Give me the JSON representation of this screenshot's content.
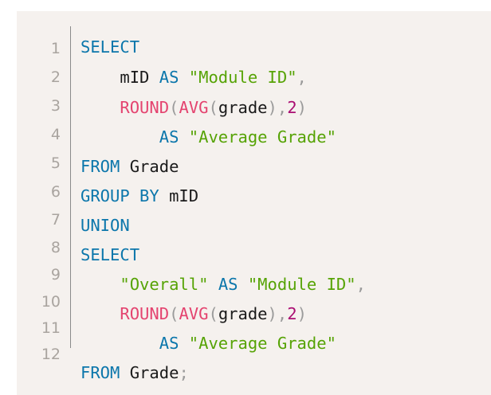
{
  "code_block": {
    "language": "sql",
    "background_color": "#f5f1ee",
    "page_background": "#ffffff",
    "gutter": {
      "divider_color": "#8a8a8a",
      "number_color": "#a9a49f",
      "line_numbers": [
        "1",
        "2",
        "3",
        "4",
        "5",
        "6",
        "7",
        "8",
        "9",
        "10",
        "11",
        "12"
      ]
    },
    "theme_colors": {
      "keyword": "#0b76ab",
      "function": "#e4436f",
      "string": "#56a305",
      "number": "#aa0d72",
      "punctuation": "#9b9b9b",
      "identifier": "#1a1a1a"
    },
    "plain_text": "SELECT\n    mID AS \"Module ID\",\n    ROUND(AVG(grade),2)\n        AS \"Average Grade\"\nFROM Grade\nGROUP BY mID\nUNION\nSELECT\n    \"Overall\" AS \"Module ID\",\n    ROUND(AVG(grade),2)\n        AS \"Average Grade\"\nFROM Grade;",
    "lines": [
      {
        "n": "1",
        "tokens": [
          {
            "t": "SELECT",
            "c": "kw"
          }
        ]
      },
      {
        "n": "2",
        "tokens": [
          {
            "t": "    mID ",
            "c": "name"
          },
          {
            "t": "AS",
            "c": "kw"
          },
          {
            "t": " ",
            "c": "name"
          },
          {
            "t": "\"Module ID\"",
            "c": "str"
          },
          {
            "t": ",",
            "c": "pun"
          }
        ]
      },
      {
        "n": "3",
        "tokens": [
          {
            "t": "    ",
            "c": "name"
          },
          {
            "t": "ROUND",
            "c": "fn"
          },
          {
            "t": "(",
            "c": "pun"
          },
          {
            "t": "AVG",
            "c": "fn"
          },
          {
            "t": "(",
            "c": "pun"
          },
          {
            "t": "grade",
            "c": "name"
          },
          {
            "t": ")",
            "c": "pun"
          },
          {
            "t": ",",
            "c": "pun"
          },
          {
            "t": "2",
            "c": "num"
          },
          {
            "t": ")",
            "c": "pun"
          }
        ]
      },
      {
        "n": "4",
        "tokens": [
          {
            "t": "        ",
            "c": "name"
          },
          {
            "t": "AS",
            "c": "kw"
          },
          {
            "t": " ",
            "c": "name"
          },
          {
            "t": "\"Average Grade\"",
            "c": "str"
          }
        ]
      },
      {
        "n": "5",
        "tokens": [
          {
            "t": "FROM",
            "c": "kw"
          },
          {
            "t": " Grade",
            "c": "name"
          }
        ]
      },
      {
        "n": "6",
        "tokens": [
          {
            "t": "GROUP BY",
            "c": "kw"
          },
          {
            "t": " mID",
            "c": "name"
          }
        ]
      },
      {
        "n": "7",
        "tokens": [
          {
            "t": "UNION",
            "c": "kw"
          }
        ]
      },
      {
        "n": "8",
        "tokens": [
          {
            "t": "SELECT",
            "c": "kw"
          }
        ]
      },
      {
        "n": "9",
        "tokens": [
          {
            "t": "    ",
            "c": "name"
          },
          {
            "t": "\"Overall\"",
            "c": "str"
          },
          {
            "t": " ",
            "c": "name"
          },
          {
            "t": "AS",
            "c": "kw"
          },
          {
            "t": " ",
            "c": "name"
          },
          {
            "t": "\"Module ID\"",
            "c": "str"
          },
          {
            "t": ",",
            "c": "pun"
          }
        ]
      },
      {
        "n": "10",
        "tokens": [
          {
            "t": "    ",
            "c": "name"
          },
          {
            "t": "ROUND",
            "c": "fn"
          },
          {
            "t": "(",
            "c": "pun"
          },
          {
            "t": "AVG",
            "c": "fn"
          },
          {
            "t": "(",
            "c": "pun"
          },
          {
            "t": "grade",
            "c": "name"
          },
          {
            "t": ")",
            "c": "pun"
          },
          {
            "t": ",",
            "c": "pun"
          },
          {
            "t": "2",
            "c": "num"
          },
          {
            "t": ")",
            "c": "pun"
          }
        ]
      },
      {
        "n": "11",
        "tokens": [
          {
            "t": "        ",
            "c": "name"
          },
          {
            "t": "AS",
            "c": "kw"
          },
          {
            "t": " ",
            "c": "name"
          },
          {
            "t": "\"Average Grade\"",
            "c": "str"
          }
        ]
      },
      {
        "n": "12",
        "tokens": [
          {
            "t": "FROM",
            "c": "kw"
          },
          {
            "t": " Grade",
            "c": "name"
          },
          {
            "t": ";",
            "c": "pun"
          }
        ]
      }
    ]
  },
  "layout": {
    "line_number_tops": [
      38,
      74,
      110,
      146,
      182,
      218,
      253,
      288,
      322,
      356,
      389,
      422
    ],
    "code_line_tops": [
      34,
      72,
      110,
      147,
      184,
      221,
      258,
      295,
      332,
      369,
      406,
      443
    ]
  }
}
